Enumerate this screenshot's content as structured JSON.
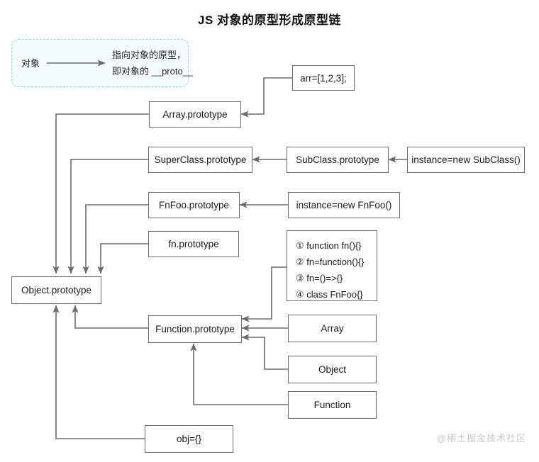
{
  "page": {
    "title": "JS 对象的原型形成原型链",
    "watermark": "@稀土掘金技术社区"
  },
  "legend": {
    "source_label": "对象",
    "arrow_meaning": "指向对象的原型，\n即对象的 __proto__"
  },
  "nodes": {
    "arr": "arr=[1,2,3];",
    "array_prototype": "Array.prototype",
    "superclass_prototype": "SuperClass.prototype",
    "subclass_prototype": "SubClass.prototype",
    "instance_subclass": "instance=new SubClass()",
    "fnfoo_prototype": "FnFoo.prototype",
    "instance_fnfoo": "instance=new FnFoo()",
    "fn_prototype": "fn.prototype",
    "object_prototype": "Object.prototype",
    "function_prototype": "Function.prototype",
    "array": "Array",
    "object": "Object",
    "function": "Function",
    "obj": "obj={}"
  },
  "definitions_box": {
    "lines": [
      "① function fn(){}",
      "② fn=function(){}",
      "③ fn=()=>{}",
      "④ class FnFoo{}"
    ]
  },
  "colors": {
    "node_border": "#6b6b6b",
    "connector": "#6b6b6b",
    "legend_border": "#8fd2ea",
    "legend_fill": "#f4fcff",
    "text": "#1a1a1a",
    "watermark": "#c9c9c9"
  }
}
